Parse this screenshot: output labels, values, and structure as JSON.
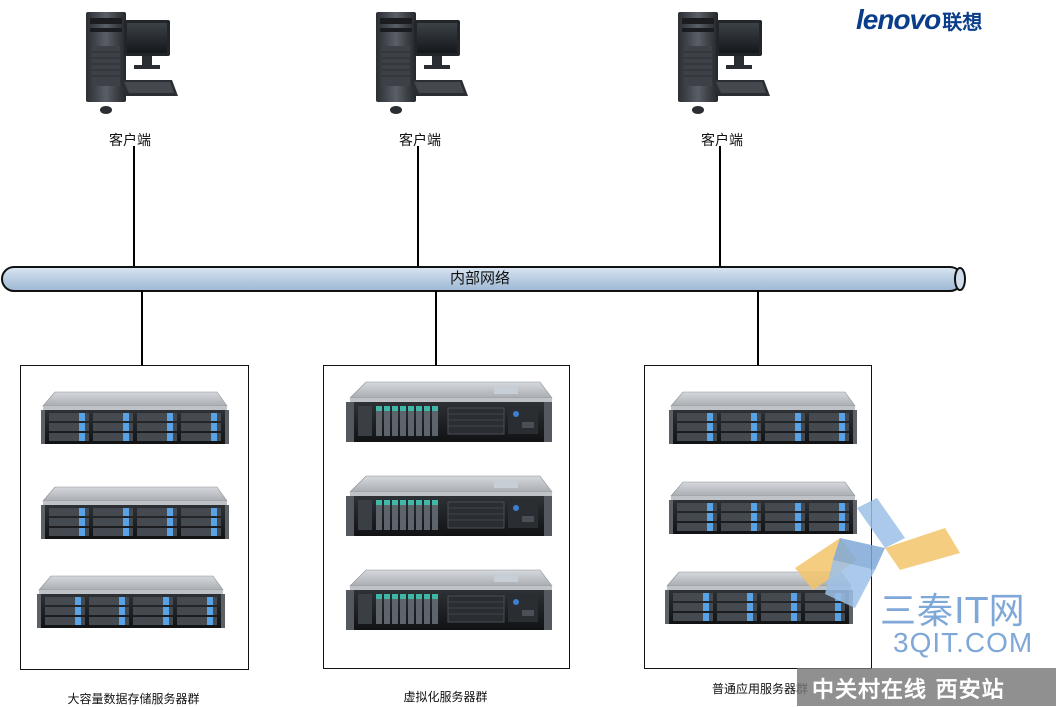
{
  "logo": {
    "brand_latin": "lenovo",
    "brand_cjk": "联想",
    "color": "#0b3e8a"
  },
  "clients": [
    {
      "label": "客户端"
    },
    {
      "label": "客户端"
    },
    {
      "label": "客户端"
    }
  ],
  "network": {
    "label": "内部网络",
    "color": "#b9cde3"
  },
  "groups": [
    {
      "label": "大容量数据存储服务器群",
      "server_model": "storage-2u"
    },
    {
      "label": "虚拟化服务器群",
      "server_model": "compute-2u"
    },
    {
      "label": "普通应用服务器群",
      "server_model": "storage-2u"
    }
  ],
  "watermark": {
    "name_cn": "三秦IT网",
    "domain": "3QIT.COM",
    "banner": "中关村在线 西安站",
    "color": "#7fa8d8"
  }
}
